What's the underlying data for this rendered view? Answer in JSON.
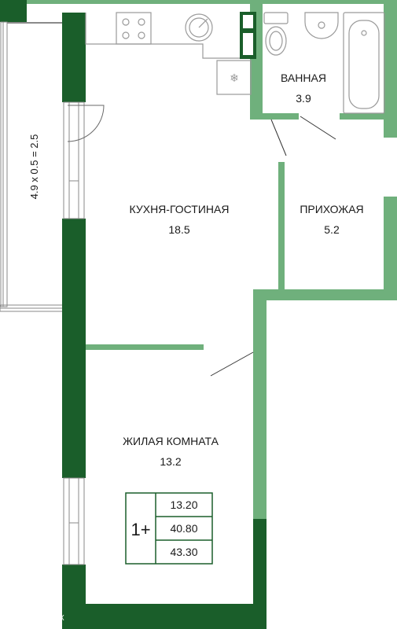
{
  "colors": {
    "wall_dark": "#1a5e2a",
    "wall_light": "#6fb07c",
    "fixture_stroke": "#9a9a9a",
    "text": "#1a1a1a"
  },
  "rooms": {
    "kitchen_living": {
      "name": "КУХНЯ-ГОСТИНАЯ",
      "area": "18.5"
    },
    "bathroom": {
      "name": "ВАННАЯ",
      "area": "3.9"
    },
    "hallway": {
      "name": "ПРИХОЖАЯ",
      "area": "5.2"
    },
    "living_room": {
      "name": "ЖИЛАЯ КОМНАТА",
      "area": "13.2"
    }
  },
  "balcony": {
    "label": "4.9 x 0.5 = 2.5"
  },
  "summary": {
    "rooms_count": "1+",
    "living_area": "13.20",
    "total_area": "40.80",
    "total_area_with_balcony": "43.30"
  },
  "watermark": {
    "text": "Домклик"
  },
  "icons": [
    "stove-icon",
    "sink-icon",
    "fridge-icon",
    "toilet-icon",
    "washbasin-icon",
    "bathtub-icon",
    "door-swing-icon",
    "watermark-logo-icon"
  ]
}
